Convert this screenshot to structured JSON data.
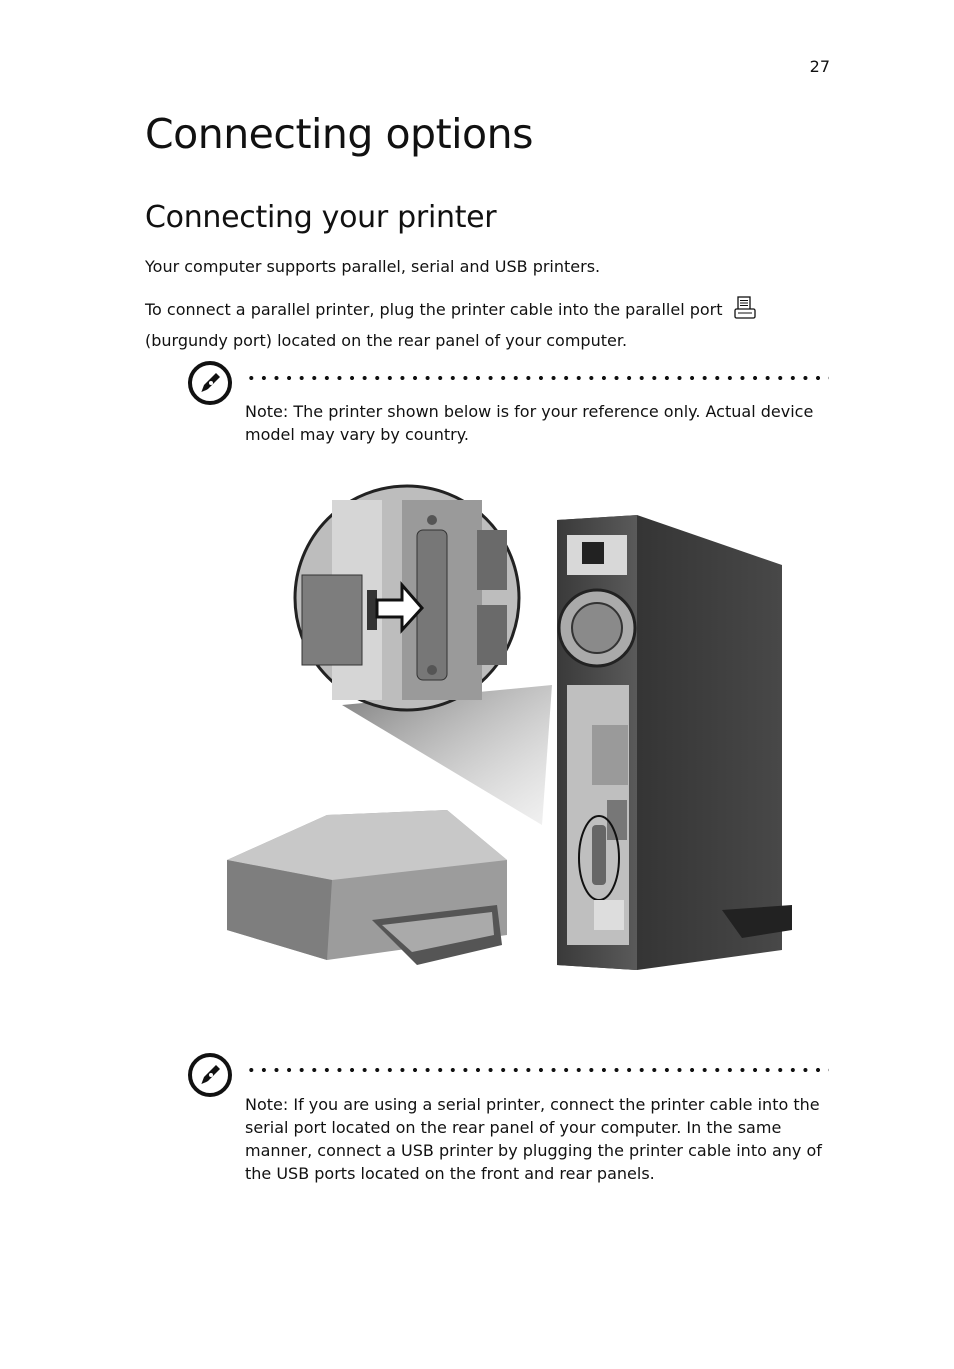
{
  "page": {
    "number": "27"
  },
  "title": "Connecting options",
  "section": {
    "title": "Connecting your printer"
  },
  "paragraphs": {
    "p1": "Your computer supports parallel, serial and USB printers.",
    "p2_line1": "To connect a parallel printer, plug the printer cable into the parallel port",
    "p2_line2": "(burgundy port) located on the rear panel of your computer."
  },
  "notes": [
    {
      "label": "Note:",
      "text": " The printer shown below is for your reference only. Actual device model may vary by country."
    },
    {
      "label": "Note:",
      "text": " If you are using a serial printer, connect the printer cable into the serial port located on the rear panel of your computer. In the same manner, connect a USB printer by plugging the printer cable into any of the USB ports located on the front and rear panels."
    }
  ],
  "icons": {
    "note": "note-pen-icon",
    "port": "parallel-port-printer-icon"
  }
}
